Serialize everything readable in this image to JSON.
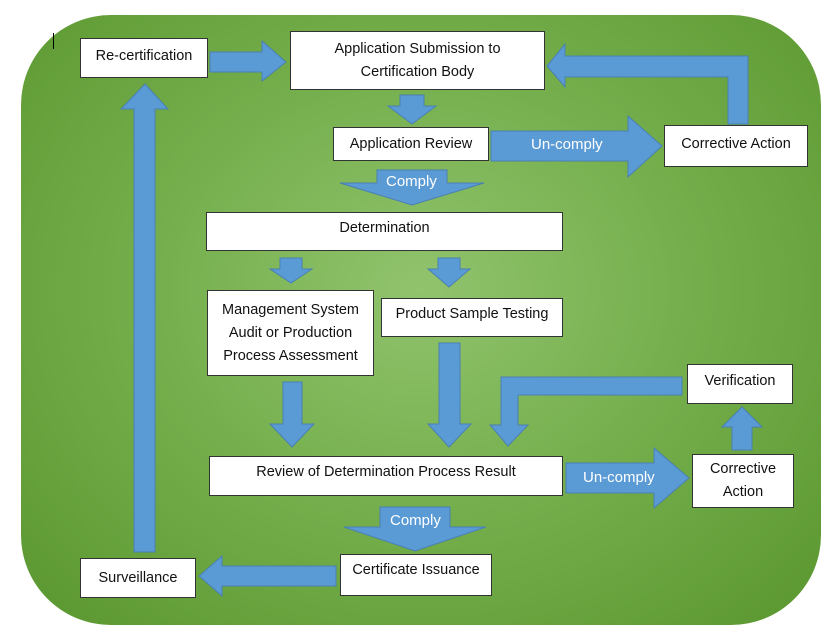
{
  "colors": {
    "background_green": "#76b04e",
    "arrow_blue": "#5b9bd5",
    "arrow_border": "#4a7fb3",
    "box_fill": "#ffffff"
  },
  "nodes": {
    "recertification": "Re-certification",
    "application_submission": "Application Submission to Certification Body",
    "application_review": "Application Review",
    "corrective_action_top": "Corrective Action",
    "determination": "Determination",
    "management_audit": "Management System Audit or Production Process Assessment",
    "product_testing": "Product Sample Testing",
    "verification": "Verification",
    "review_result": "Review of Determination Process Result",
    "corrective_action_bottom": "Corrective Action",
    "surveillance": "Surveillance",
    "certificate_issuance": "Certificate Issuance"
  },
  "edge_labels": {
    "uncomply_top": "Un-comply",
    "comply_top": "Comply",
    "uncomply_bottom": "Un-comply",
    "comply_bottom": "Comply"
  }
}
